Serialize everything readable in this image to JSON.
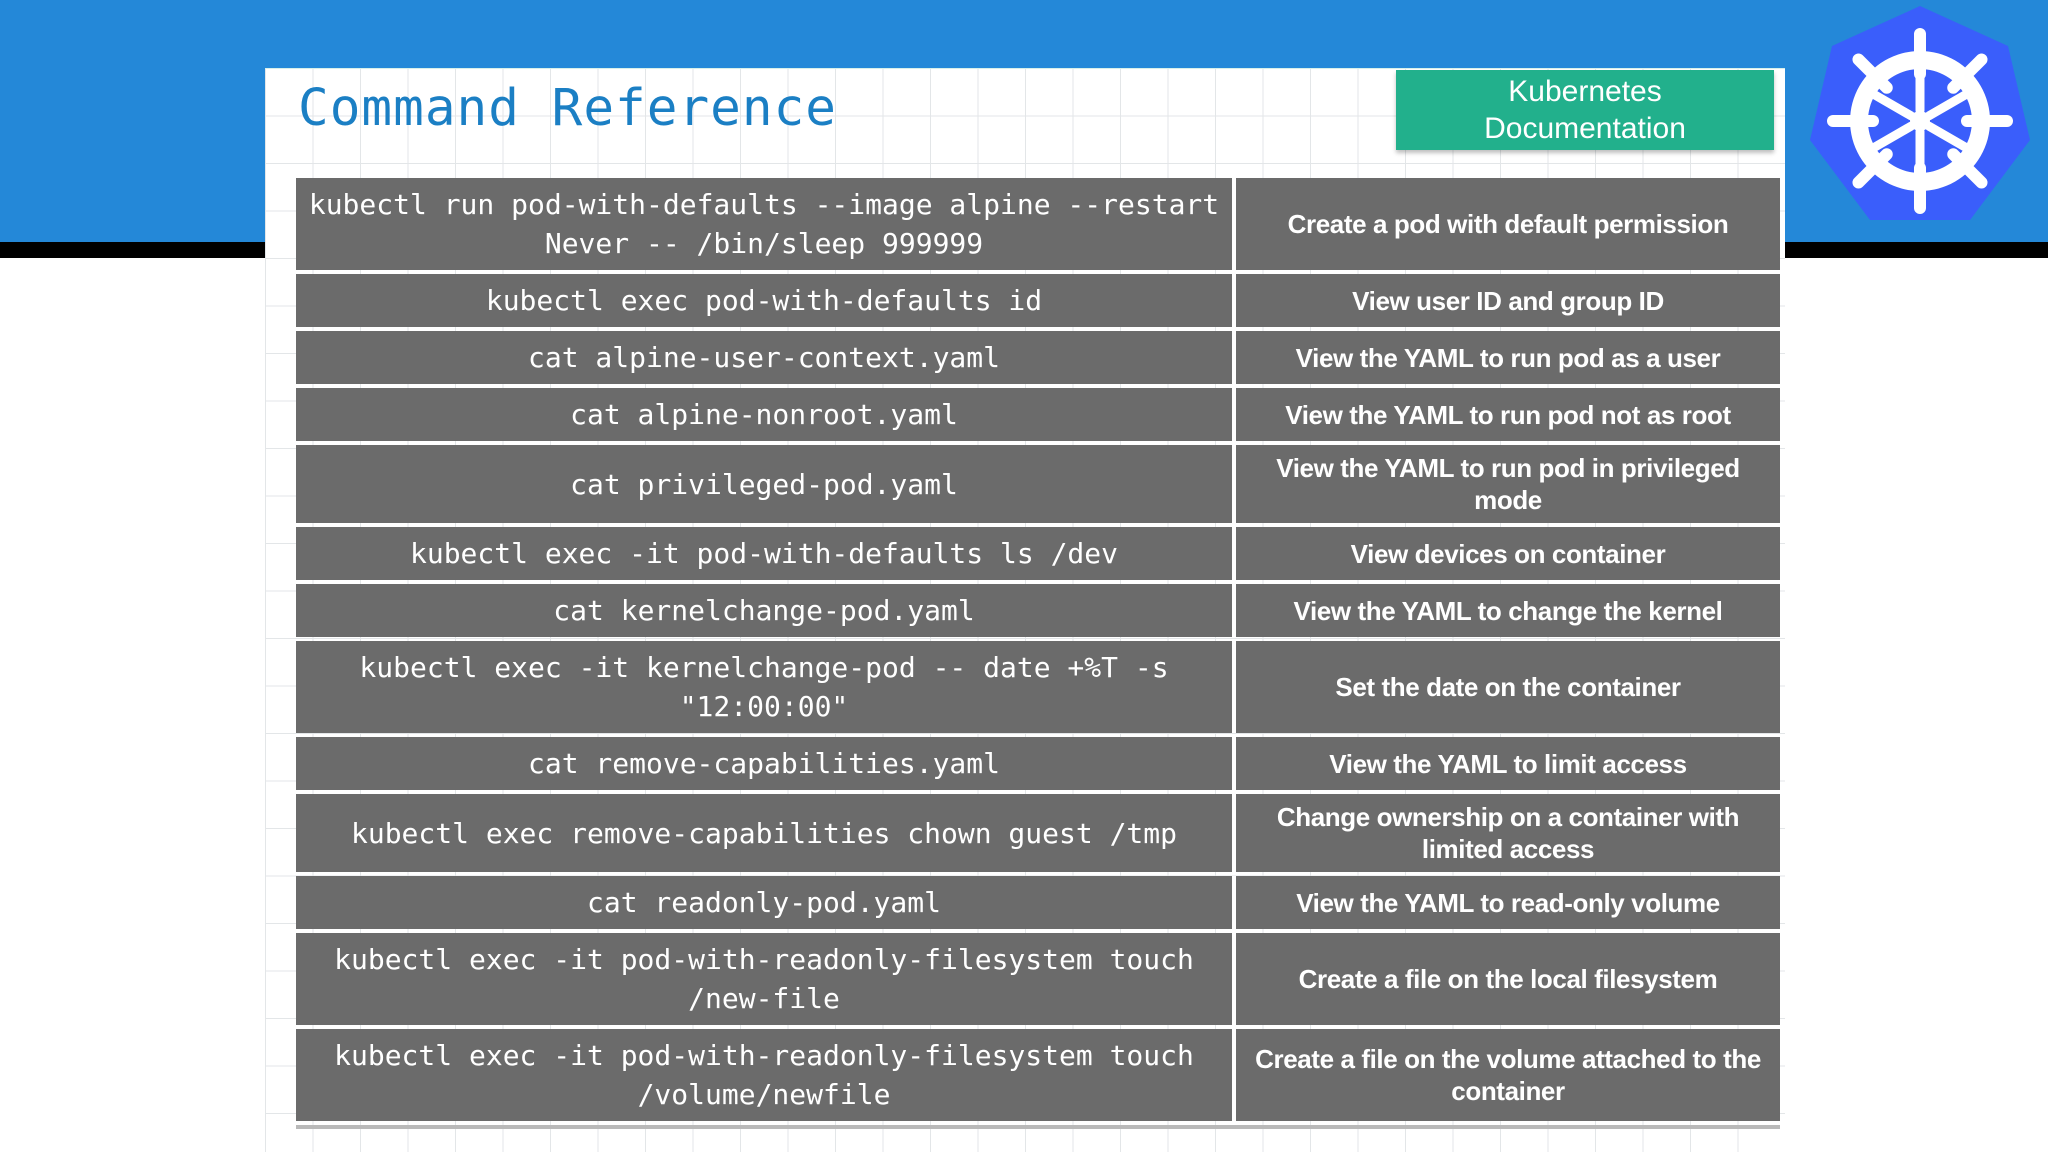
{
  "header": {
    "title": "Command Reference",
    "badge_line1": "Kubernetes",
    "badge_line2": "Documentation",
    "logo_name": "kubernetes-helm-wheel-logo",
    "band_color": "#2488d8",
    "rule_color": "#000000",
    "badge_color": "#22b08c",
    "title_color": "#1b7fc4",
    "logo_heptagon_color": "#3d5afe"
  },
  "table": {
    "cell_bg": "#6b6b6b",
    "cell_fg": "#ffffff",
    "rows": [
      {
        "command": "kubectl run pod-with-defaults --image alpine --restart Never -- /bin/sleep 999999",
        "description": "Create a pod with default permission"
      },
      {
        "command": "kubectl exec pod-with-defaults id",
        "description": "View user ID and group ID"
      },
      {
        "command": "cat alpine-user-context.yaml",
        "description": "View the YAML to run pod as a user"
      },
      {
        "command": "cat alpine-nonroot.yaml",
        "description": "View the YAML to run pod not as root"
      },
      {
        "command": "cat privileged-pod.yaml",
        "description": "View the YAML to run pod in privileged mode"
      },
      {
        "command": "kubectl exec -it pod-with-defaults ls /dev",
        "description": "View devices on container"
      },
      {
        "command": "cat kernelchange-pod.yaml",
        "description": "View the YAML to change the kernel"
      },
      {
        "command": "kubectl exec -it kernelchange-pod -- date +%T -s \"12:00:00\"",
        "description": "Set the date on the container"
      },
      {
        "command": "cat remove-capabilities.yaml",
        "description": "View the YAML to limit access"
      },
      {
        "command": "kubectl exec remove-capabilities chown guest /tmp",
        "description": "Change ownership on a container with limited access"
      },
      {
        "command": "cat readonly-pod.yaml",
        "description": "View the YAML to read-only volume"
      },
      {
        "command": "kubectl exec -it pod-with-readonly-filesystem touch /new-file",
        "description": "Create a file on the local filesystem"
      },
      {
        "command": "kubectl exec -it pod-with-readonly-filesystem touch /volume/newfile",
        "description": "Create a file on the volume attached to the container"
      }
    ]
  }
}
